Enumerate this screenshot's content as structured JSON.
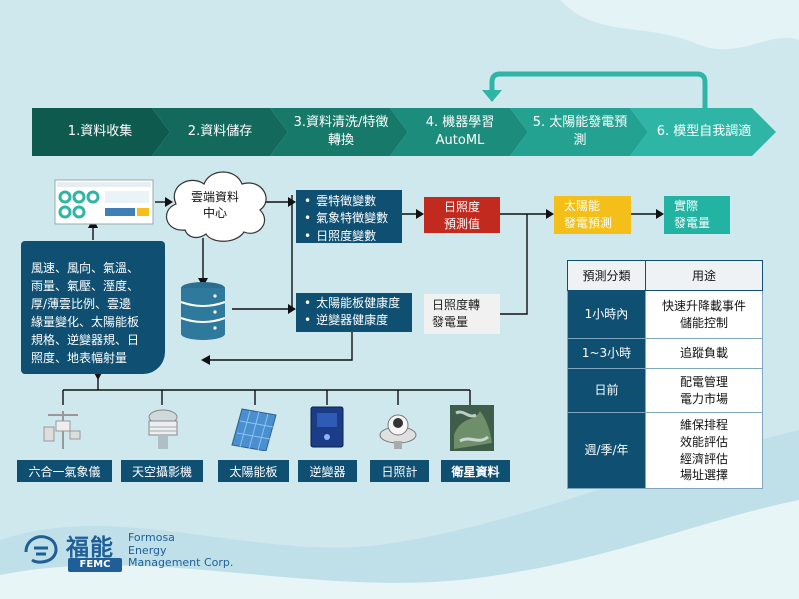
{
  "colors": {
    "arrow_bar_dark": "#0f5a4e",
    "arrow_bar_light": "#2fb5a6",
    "box_dark": "#0e4f72",
    "box_red": "#c2291f",
    "box_yellow": "#f5bf1a",
    "box_teal": "#23b3a3",
    "background": "#cfe8ee"
  },
  "pipeline": {
    "steps": [
      {
        "line1": "1.資料收集",
        "line2": ""
      },
      {
        "line1": "2.資料儲存",
        "line2": ""
      },
      {
        "line1": "3.資料清洗/特徵",
        "line2": "轉換"
      },
      {
        "line1": "4. 機器學習",
        "line2": "AutoML"
      },
      {
        "line1": "5. 太陽能發電預",
        "line2": "測"
      },
      {
        "line1": "6. 模型自我調適",
        "line2": ""
      }
    ]
  },
  "cloud": {
    "line1": "雲端資料",
    "line2": "中心"
  },
  "input_variables": {
    "lines": [
      "風速、風向、氣溫、",
      "雨量、氣壓、溼度、",
      "厚/薄雲比例、雲邊",
      "緣量變化、太陽能板",
      "規格、逆變器規、日",
      "照度、地表幅射量"
    ]
  },
  "features_box": {
    "items": [
      "雲特徵變數",
      "氣象特徵變數",
      "日照度變數"
    ]
  },
  "health_box": {
    "items": [
      "太陽能板健康度",
      "逆變器健康度"
    ]
  },
  "irradiance_pred": {
    "line1": "日照度",
    "line2": "預測值"
  },
  "irradiance_convert": {
    "line1": "日照度轉",
    "line2": "發電量"
  },
  "solar_pred": {
    "line1": "太陽能",
    "line2": "發電預測"
  },
  "actual": {
    "line1": "實際",
    "line2": "發電量"
  },
  "table": {
    "headers": [
      "預測分類",
      "用途"
    ],
    "rows": [
      {
        "cat": "1小時內",
        "uses": [
          "快速升降載事件",
          "儲能控制"
        ]
      },
      {
        "cat": "1~3小時",
        "uses": [
          "追蹤負載"
        ]
      },
      {
        "cat": "日前",
        "uses": [
          "配電管理",
          "電力市場"
        ]
      },
      {
        "cat": "週/季/年",
        "uses": [
          "維保排程",
          "效能評估",
          "經濟評估",
          "場址選擇"
        ]
      }
    ]
  },
  "devices": [
    {
      "label": "六合一氣象儀",
      "icon": "weather-station-icon"
    },
    {
      "label": "天空攝影機",
      "icon": "sky-camera-icon"
    },
    {
      "label": "太陽能板",
      "icon": "solar-panel-icon"
    },
    {
      "label": "逆變器",
      "icon": "inverter-icon"
    },
    {
      "label": "日照計",
      "icon": "pyranometer-icon"
    },
    {
      "label": "衛星資料",
      "icon": "satellite-image-icon"
    }
  ],
  "logo": {
    "chinese": "福能",
    "badge": "FEMC",
    "en1": "Formosa",
    "en2": "Energy",
    "en3": "Management Corp."
  }
}
